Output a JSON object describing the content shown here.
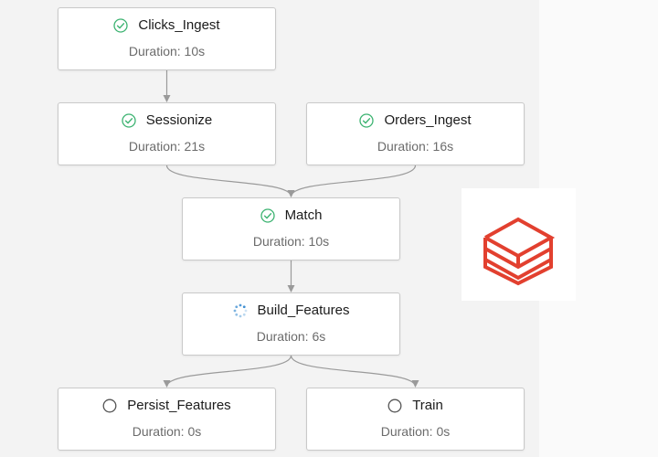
{
  "nodes": [
    {
      "id": "clicks",
      "name": "Clicks_Ingest",
      "duration": "Duration: 10s",
      "status": "success"
    },
    {
      "id": "sessionize",
      "name": "Sessionize",
      "duration": "Duration: 21s",
      "status": "success"
    },
    {
      "id": "orders",
      "name": "Orders_Ingest",
      "duration": "Duration: 16s",
      "status": "success"
    },
    {
      "id": "match",
      "name": "Match",
      "duration": "Duration: 10s",
      "status": "success"
    },
    {
      "id": "build",
      "name": "Build_Features",
      "duration": "Duration: 6s",
      "status": "running"
    },
    {
      "id": "persist",
      "name": "Persist_Features",
      "duration": "Duration: 0s",
      "status": "pending"
    },
    {
      "id": "train",
      "name": "Train",
      "duration": "Duration: 0s",
      "status": "pending"
    }
  ],
  "edges": [
    [
      "clicks",
      "sessionize"
    ],
    [
      "sessionize",
      "match"
    ],
    [
      "orders",
      "match"
    ],
    [
      "match",
      "build"
    ],
    [
      "build",
      "persist"
    ],
    [
      "build",
      "train"
    ]
  ],
  "colors": {
    "success": "#3cb371",
    "running": "#3f8fd2",
    "pending": "#555555",
    "edge": "#9a9a9a",
    "logo": "#e2402f"
  },
  "icons": {
    "success": "check-circle-icon",
    "running": "spinner-icon",
    "pending": "empty-circle-icon",
    "logo": "databricks-logo"
  }
}
